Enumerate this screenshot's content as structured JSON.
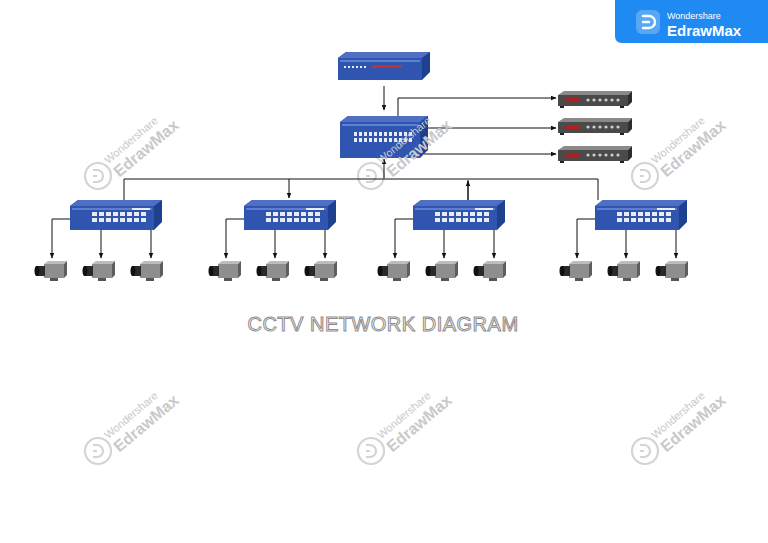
{
  "diagram": {
    "title": "CCTV NETWORK DIAGRAM",
    "labels": [
      "Wondershare",
      "EdrawMax",
      "Wondershare",
      "EdrawMax",
      "Wondershare",
      "EdrawMax",
      "Wondershare",
      "EdrawMax",
      "Wondershare",
      "EdrawMax",
      "Wondershare",
      "EdrawMax",
      "Wondershare",
      "EdrawMax"
    ]
  }
}
